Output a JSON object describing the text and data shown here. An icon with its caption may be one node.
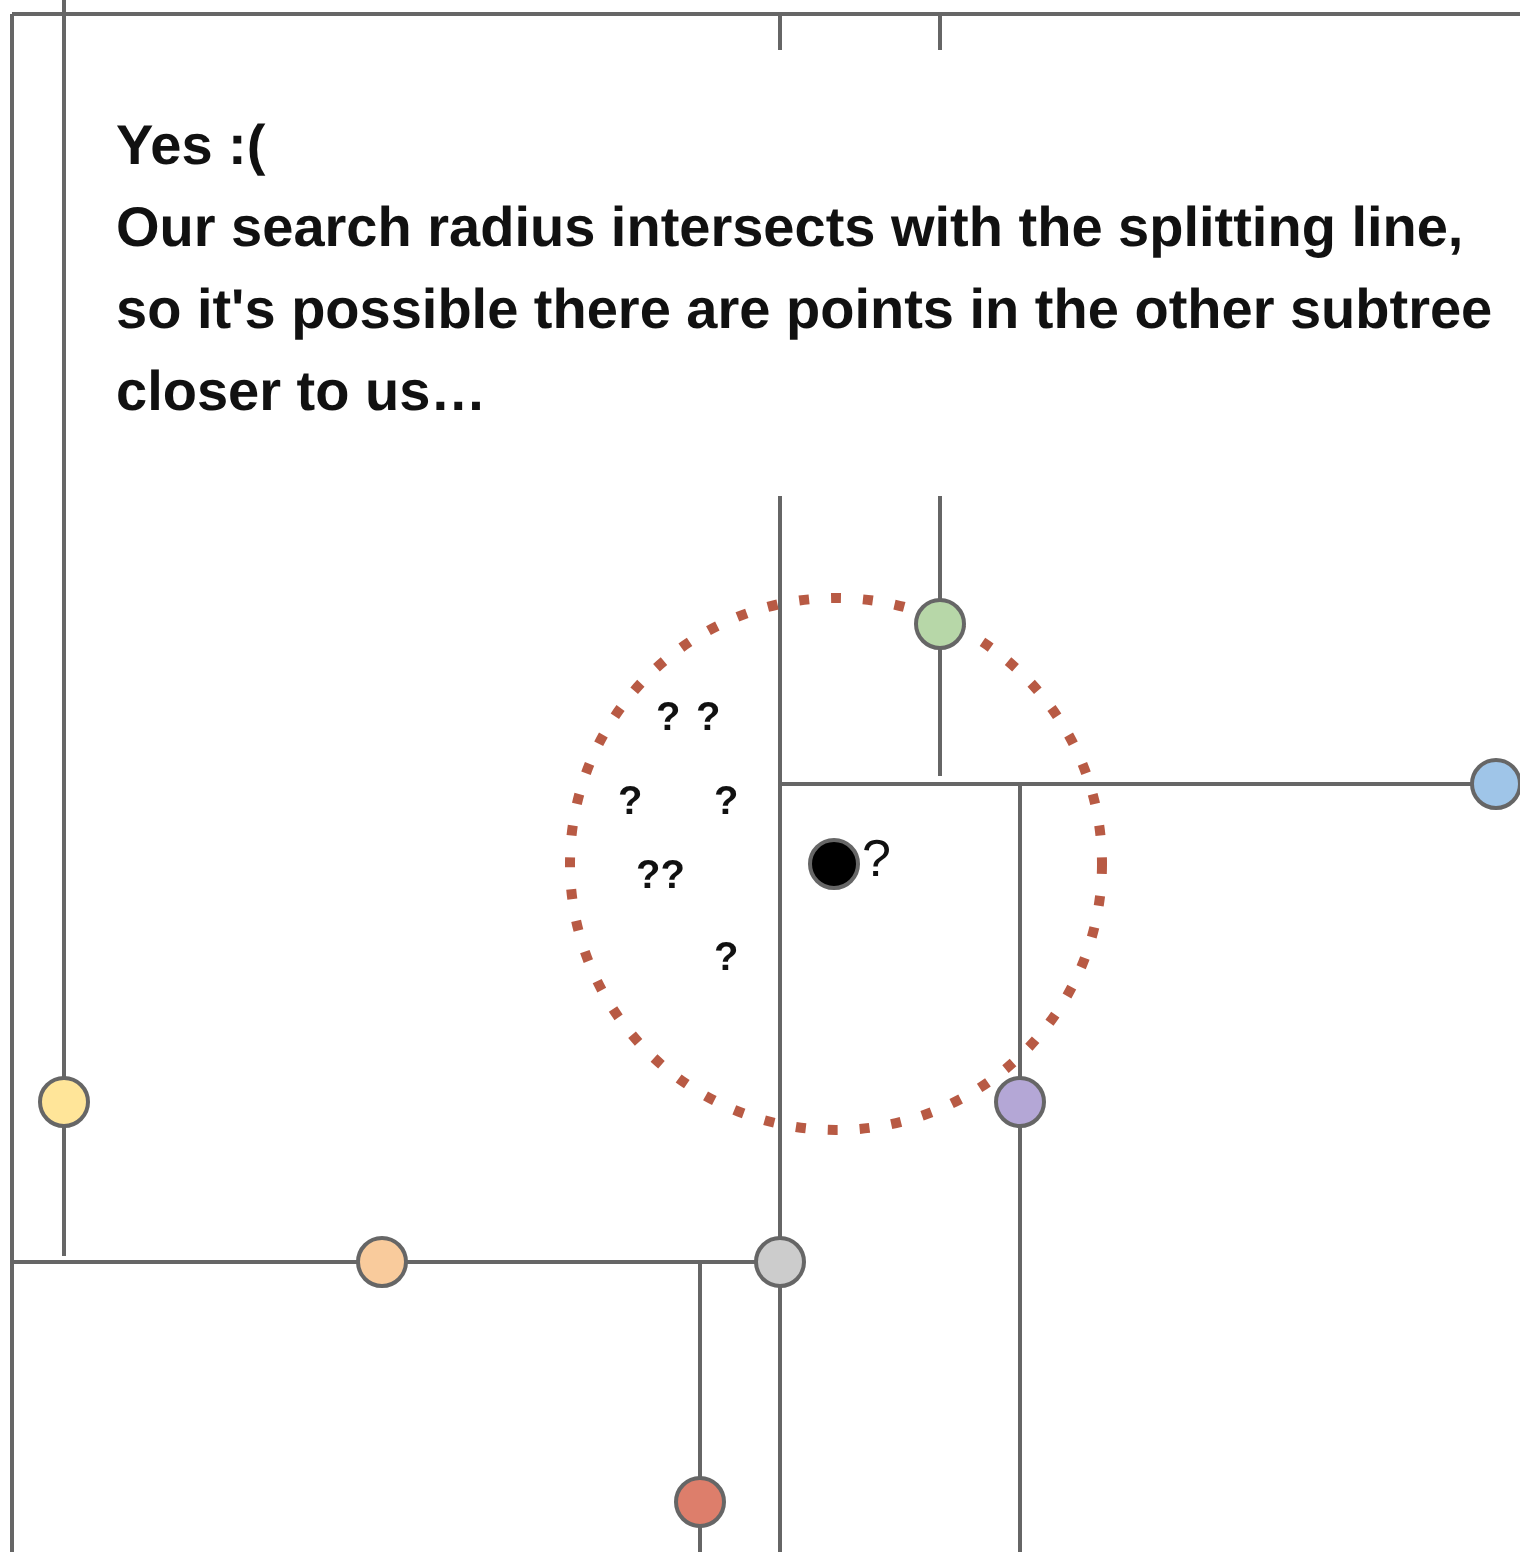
{
  "diagram": {
    "nodes": [
      {
        "text": [],
        "shape": "circle"
      },
      {
        "text": [],
        "shape": "circle"
      },
      {
        "text": [],
        "shape": "circle",
        "beside": [
          "?"
        ]
      },
      {
        "text": [],
        "shape": "circle"
      },
      {
        "text": [],
        "shape": "circle"
      },
      {
        "text": [],
        "shape": "circle"
      },
      {
        "text": [],
        "shape": "circle"
      },
      {
        "text": [],
        "shape": "circle"
      }
    ],
    "labels": [
      "Yes :(",
      "Our search radius intersects with the splitting line, so it's possible there are points in the other subtree closer to us…",
      "?",
      "?",
      "?",
      "?",
      "??",
      "?"
    ]
  }
}
